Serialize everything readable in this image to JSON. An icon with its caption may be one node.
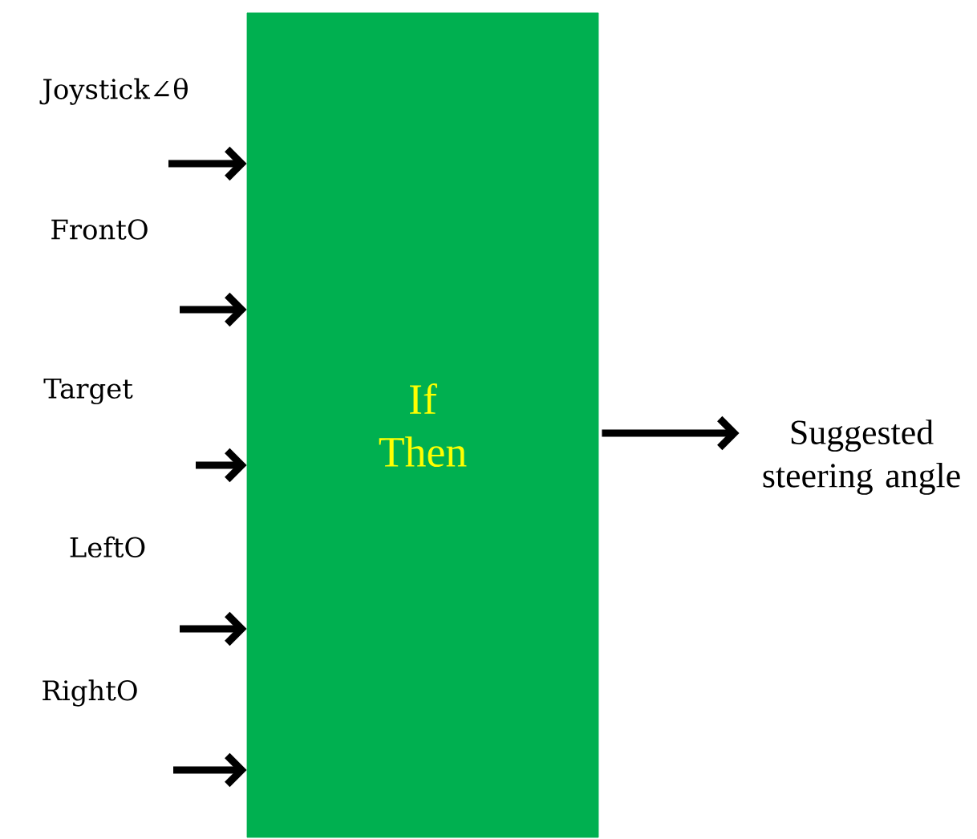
{
  "diagram": {
    "nodes": [
      {
        "text": [
          "If Then"
        ]
      },
      {
        "text": [
          "Suggested steering angle"
        ]
      }
    ],
    "edges": [
      {
        "from": null,
        "to": 0,
        "arrow": "to"
      },
      {
        "from": null,
        "to": 0,
        "arrow": "to"
      },
      {
        "from": null,
        "to": 0,
        "arrow": "to"
      },
      {
        "from": null,
        "to": 0,
        "arrow": "to"
      },
      {
        "from": null,
        "to": 0,
        "arrow": "to"
      },
      {
        "from": 0,
        "to": 1,
        "arrow": "to"
      }
    ],
    "labels": [
      "Joystick∠θ",
      "FrontO",
      "Target",
      "LeftO",
      "RightO"
    ]
  }
}
